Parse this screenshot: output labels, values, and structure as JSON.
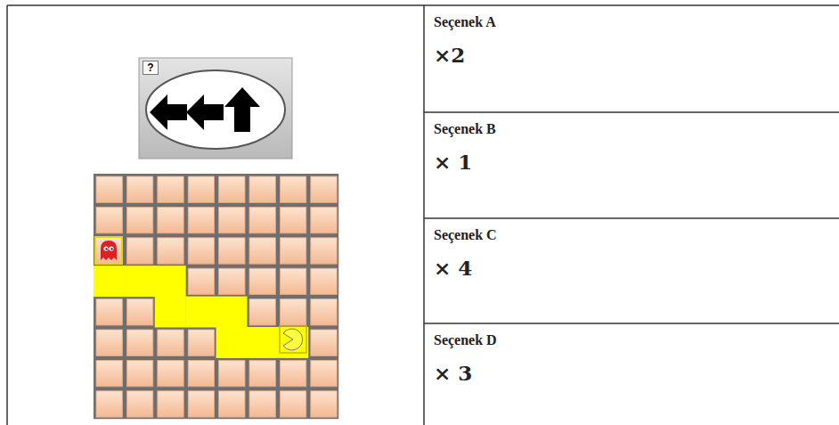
{
  "diagram": {
    "nodes": [
      {
        "text": [
          "?"
        ]
      },
      {
        "text": [
          "Seçenek A",
          "×2"
        ]
      },
      {
        "text": [
          "Seçenek B",
          "× 1"
        ]
      },
      {
        "text": [
          "Seçenek C",
          "× 4"
        ]
      },
      {
        "text": [
          "Seçenek D",
          "× 3"
        ]
      }
    ]
  }
}
